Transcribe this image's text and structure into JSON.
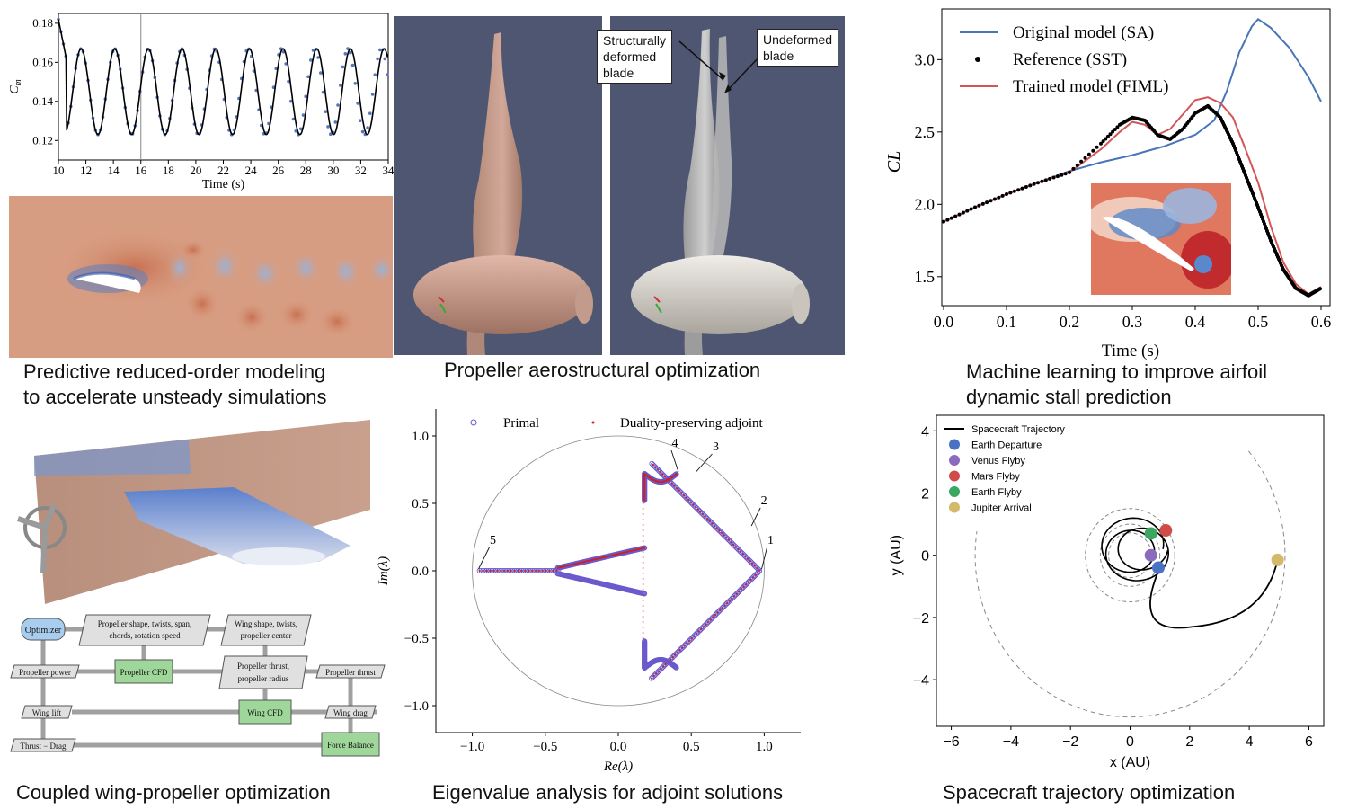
{
  "panels": {
    "rom": {
      "caption_line1": "Predictive reduced-order modeling",
      "caption_line2": "to accelerate unsteady simulations",
      "chart_data": {
        "type": "line",
        "ylabel": "C_m",
        "xlabel": "Time (s)",
        "xlim": [
          10,
          34
        ],
        "ylim": [
          0.11,
          0.185
        ],
        "x_ticks": [
          "10",
          "12",
          "14",
          "16",
          "18",
          "20",
          "22",
          "24",
          "26",
          "28",
          "30",
          "32",
          "34"
        ],
        "y_ticks": [
          "0.12",
          "0.14",
          "0.16",
          "0.18"
        ],
        "vertical_line_at": 16,
        "series": [
          {
            "style": "solid",
            "color": "#000000"
          },
          {
            "style": "dots",
            "color": "#5577bb"
          }
        ]
      }
    },
    "propeller": {
      "caption": "Propeller aerostructural optimization",
      "label_deformed": "Structurally\ndeformed\nblade",
      "label_undeformed": "Undeformed\nblade",
      "background_color": "#4f5672"
    },
    "ml": {
      "caption_line1": "Machine learning to improve airfoil",
      "caption_line2": "dynamic stall prediction",
      "chart_data": {
        "type": "line",
        "xlabel": "Time (s)",
        "ylabel": "CL",
        "xlim": [
          0,
          0.6
        ],
        "ylim": [
          1.3,
          3.35
        ],
        "x_ticks": [
          "0.0",
          "0.1",
          "0.2",
          "0.3",
          "0.4",
          "0.5",
          "0.6"
        ],
        "y_ticks": [
          "1.5",
          "2.0",
          "2.5",
          "3.0"
        ],
        "series": [
          {
            "name": "Original model (SA)",
            "color": "#4a74b8",
            "x": [
              0,
              0.05,
              0.1,
              0.15,
              0.2,
              0.25,
              0.3,
              0.35,
              0.4,
              0.43,
              0.45,
              0.47,
              0.49,
              0.5,
              0.52,
              0.55,
              0.58,
              0.6
            ],
            "y": [
              1.88,
              1.98,
              2.07,
              2.15,
              2.23,
              2.29,
              2.34,
              2.4,
              2.48,
              2.58,
              2.78,
              3.05,
              3.23,
              3.28,
              3.22,
              3.08,
              2.88,
              2.71
            ]
          },
          {
            "name": "Reference (SST)",
            "color": "#000000",
            "x": [
              0,
              0.05,
              0.1,
              0.15,
              0.2,
              0.25,
              0.28,
              0.3,
              0.32,
              0.34,
              0.36,
              0.38,
              0.4,
              0.42,
              0.44,
              0.46,
              0.48,
              0.5,
              0.52,
              0.54,
              0.56,
              0.58,
              0.6
            ],
            "y": [
              1.88,
              1.98,
              2.07,
              2.15,
              2.22,
              2.42,
              2.55,
              2.6,
              2.58,
              2.48,
              2.45,
              2.52,
              2.63,
              2.68,
              2.6,
              2.42,
              2.2,
              1.98,
              1.75,
              1.55,
              1.42,
              1.37,
              1.42
            ]
          },
          {
            "name": "Trained model (FIML)",
            "color": "#d45555",
            "x": [
              0,
              0.05,
              0.1,
              0.15,
              0.2,
              0.25,
              0.28,
              0.3,
              0.32,
              0.34,
              0.36,
              0.38,
              0.4,
              0.42,
              0.44,
              0.46,
              0.48,
              0.5,
              0.52,
              0.54,
              0.56,
              0.58,
              0.6
            ],
            "y": [
              1.88,
              1.98,
              2.07,
              2.15,
              2.22,
              2.38,
              2.5,
              2.57,
              2.55,
              2.48,
              2.52,
              2.62,
              2.72,
              2.74,
              2.7,
              2.6,
              2.38,
              2.15,
              1.85,
              1.6,
              1.45,
              1.38,
              1.43
            ]
          }
        ]
      }
    },
    "wing": {
      "caption": "Coupled wing-propeller optimization",
      "nodes": {
        "optimizer": "Optimizer",
        "prop_vars": "Propeller shape, twists, span,\nchords, rotation speed",
        "wing_vars": "Wing shape, twists,\npropeller center",
        "prop_power": "Propeller power",
        "prop_cfd": "Propeller CFD",
        "prop_thrust_radius": "Propeller thrust,\npropeller radius",
        "prop_thrust": "Propeller thrust",
        "wing_lift": "Wing lift",
        "wing_cfd": "Wing CFD",
        "wing_drag": "Wing drag",
        "thrust_drag": "Thrust − Drag",
        "force_balance": "Force Balance"
      }
    },
    "eigen": {
      "caption": "Eigenvalue analysis for adjoint solutions",
      "chart_data": {
        "type": "scatter",
        "xlabel": "Re(λ)",
        "ylabel": "Im(λ)",
        "xlim": [
          -1.25,
          1.25
        ],
        "ylim": [
          -1.2,
          1.2
        ],
        "x_ticks": [
          "−1.0",
          "−0.5",
          "0.0",
          "0.5",
          "1.0"
        ],
        "y_ticks": [
          "−1.0",
          "−0.5",
          "0.0",
          "0.5",
          "1.0"
        ],
        "legend": [
          "Primal",
          "Duality-preserving adjoint"
        ],
        "unit_circle": true,
        "annotations": [
          {
            "label": "1",
            "x": 0.97,
            "y": 0.0
          },
          {
            "label": "2",
            "x": 0.9,
            "y": 0.32
          },
          {
            "label": "3",
            "x": 0.52,
            "y": 0.72
          },
          {
            "label": "4",
            "x": 0.4,
            "y": 0.72
          },
          {
            "label": "5",
            "x": -0.97,
            "y": 0.0
          }
        ]
      }
    },
    "traj": {
      "caption": "Spacecraft trajectory optimization",
      "chart_data": {
        "type": "line",
        "xlabel": "x (AU)",
        "ylabel": "y (AU)",
        "xlim": [
          -6.5,
          6.5
        ],
        "ylim": [
          -5.5,
          4.5
        ],
        "x_ticks": [
          "−6",
          "−4",
          "−2",
          "0",
          "2",
          "4",
          "6"
        ],
        "y_ticks": [
          "−4",
          "−2",
          "0",
          "2",
          "4"
        ],
        "legend": [
          {
            "name": "Spacecraft Trajectory",
            "color": "#000000"
          },
          {
            "name": "Earth Departure",
            "color": "#4a72c4",
            "x": 0.95,
            "y": -0.4
          },
          {
            "name": "Venus Flyby",
            "color": "#8a6bbe",
            "x": 0.7,
            "y": 0.0
          },
          {
            "name": "Mars Flyby",
            "color": "#d24b4b",
            "x": 1.2,
            "y": 0.8
          },
          {
            "name": "Earth Flyby",
            "color": "#3aa860",
            "x": 0.7,
            "y": 0.7
          },
          {
            "name": "Jupiter Arrival",
            "color": "#d4b96a",
            "x": 4.95,
            "y": -0.15
          }
        ]
      }
    }
  }
}
